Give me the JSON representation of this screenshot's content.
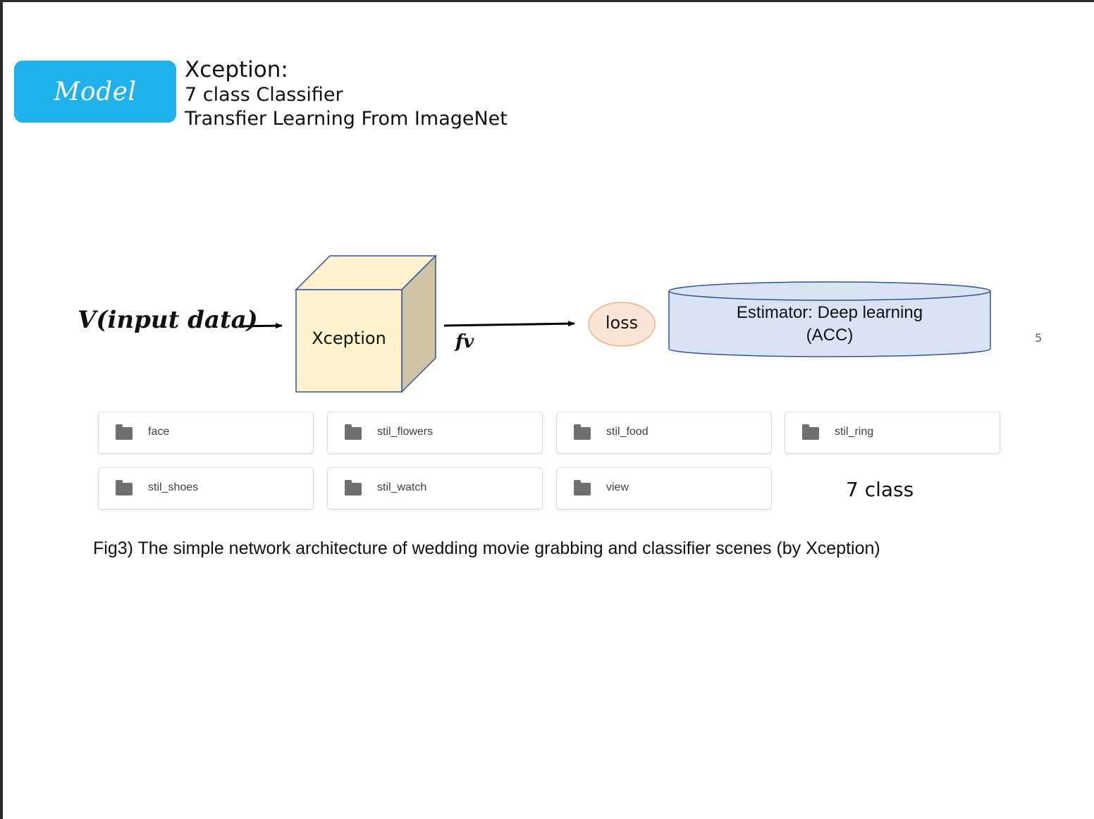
{
  "header": {
    "badge_label": "Model",
    "title": "Xception:",
    "line1": "7 class Classifier",
    "line2": "Transfier Learning From ImageNet"
  },
  "diagram": {
    "input_label": "V(input data)",
    "cube_label": "Xception",
    "fv_label": "fv",
    "loss_label": "loss",
    "estimator_line1": "Estimator: Deep learning",
    "estimator_line2": "(ACC)"
  },
  "page_number": "5",
  "folders": [
    "face",
    "stil_flowers",
    "stil_food",
    "stil_ring",
    "stil_shoes",
    "stil_watch",
    "view"
  ],
  "class_count_label": "7 class",
  "caption": "Fig3) The simple network architecture of wedding movie grabbing and classifier scenes (by Xception)",
  "colors": {
    "badge": "#1eb1ec",
    "cube_front": "#fff2cc",
    "cube_side": "#cfc3a3",
    "loss_fill": "#fbe5d6",
    "loss_border": "#f4b183",
    "estimator_fill": "#dae3f3",
    "estimator_border": "#2f5597"
  },
  "icons": {
    "arrow": "right-arrow-icon",
    "folder": "folder-icon"
  }
}
